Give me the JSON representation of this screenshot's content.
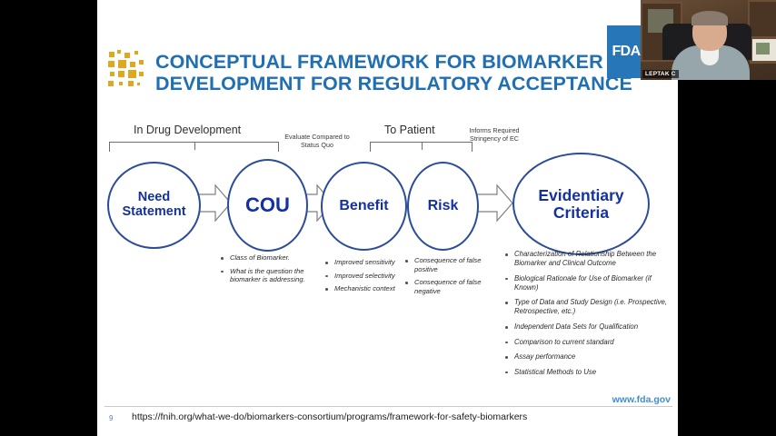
{
  "slide": {
    "logo_icon": "pixel-molecule-logo",
    "title": "CONCEPTUAL FRAMEWORK FOR BIOMARKER DEVELOPMENT FOR REGULATORY ACCEPTANCE",
    "title_color": "#1f6fb2",
    "accent_color": "#2b4b9b",
    "logo_color": "#e0a81e"
  },
  "diagram": {
    "nodes": [
      {
        "id": "need",
        "label": "Need Statement"
      },
      {
        "id": "cou",
        "label": "COU"
      },
      {
        "id": "benefit",
        "label": "Benefit"
      },
      {
        "id": "risk",
        "label": "Risk"
      },
      {
        "id": "evidence",
        "label": "Evidentiary Criteria"
      }
    ],
    "brackets": [
      {
        "id": "drug",
        "label": "In Drug Development"
      },
      {
        "id": "patient",
        "label": "To Patient"
      }
    ],
    "arrow_captions": [
      {
        "id": "evaluate",
        "label": "Evaluate Compared to Status Quo"
      },
      {
        "id": "informs",
        "label": "Informs Required Stringency of EC"
      }
    ]
  },
  "columns": {
    "cou": [
      "Class of Biomarker.",
      "What is the question the biomarker is addressing."
    ],
    "benefit": [
      "Improved sensitivity",
      "Improved selectivity",
      "Mechanistic context"
    ],
    "risk": [
      "Consequence of false positive",
      "Consequence of false negative"
    ],
    "evidence": [
      "Characterization of Relationship Between the Biomarker and Clinical Outcome",
      "Biological Rationale for Use of Biomarker (if Known)",
      "Type of Data and Study Design (i.e. Prospective, Retrospective, etc.)",
      "Independent Data Sets for Qualification",
      "Comparison to current standard",
      "Assay performance",
      "Statistical Methods to Use"
    ]
  },
  "footer": {
    "page_number": "9",
    "source_url": "https://fnih.org/what-we-do/biomarkers-consortium/programs/framework-for-safety-biomarkers",
    "fda_url": "www.fda.gov"
  },
  "overlay": {
    "badge_text": "FDA",
    "badge_color": "#2776b8",
    "webcam_name": "LEPTAK C"
  }
}
